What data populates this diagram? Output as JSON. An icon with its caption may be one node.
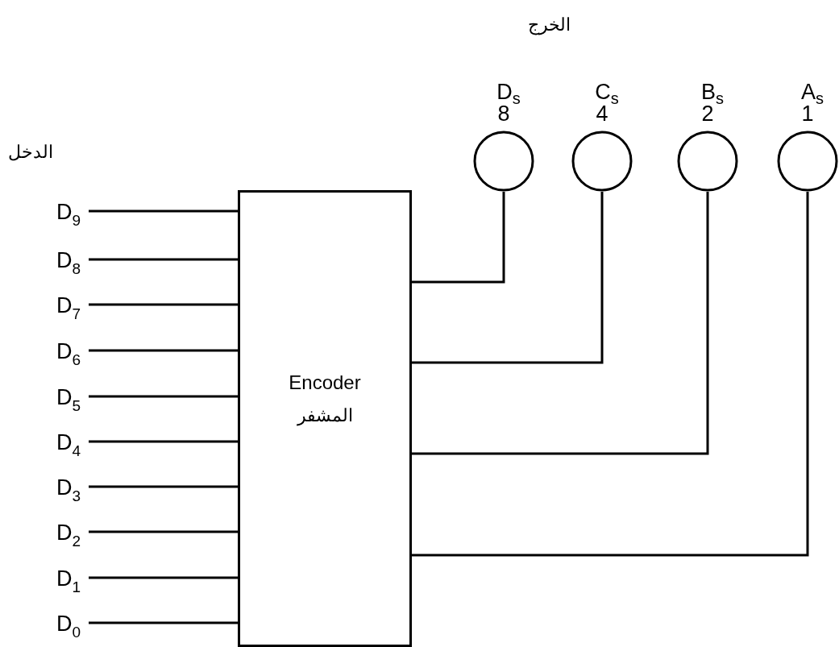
{
  "diagram": {
    "nodes": [
      {
        "text": [
          "D$_{9}$"
        ]
      },
      {
        "text": [
          "D$_{8}$"
        ]
      },
      {
        "text": [
          "D$_{7}$"
        ]
      },
      {
        "text": [
          "D$_{6}$"
        ]
      },
      {
        "text": [
          "D$_{5}$"
        ]
      },
      {
        "text": [
          "D$_{4}$"
        ]
      },
      {
        "text": [
          "D$_{3}$"
        ]
      },
      {
        "text": [
          "D$_{2}$"
        ]
      },
      {
        "text": [
          "D$_{1}$"
        ]
      },
      {
        "text": [
          "D$_{0}$"
        ]
      },
      {
        "text": [
          "Encoder",
          "المشفر"
        ]
      },
      {
        "text": [
          "D$_{s}$",
          "8"
        ]
      },
      {
        "text": [
          "C$_{s}$",
          "4"
        ]
      },
      {
        "text": [
          "B$_{s}$",
          "2"
        ]
      },
      {
        "text": [
          "A$_{s}$",
          "1"
        ]
      }
    ],
    "edges": [
      {
        "from": 0,
        "to": 10,
        "arrow": "none"
      },
      {
        "from": 1,
        "to": 10,
        "arrow": "none"
      },
      {
        "from": 2,
        "to": 10,
        "arrow": "none"
      },
      {
        "from": 3,
        "to": 10,
        "arrow": "none"
      },
      {
        "from": 4,
        "to": 10,
        "arrow": "none"
      },
      {
        "from": 5,
        "to": 10,
        "arrow": "none"
      },
      {
        "from": 6,
        "to": 10,
        "arrow": "none"
      },
      {
        "from": 7,
        "to": 10,
        "arrow": "none"
      },
      {
        "from": 8,
        "to": 10,
        "arrow": "none"
      },
      {
        "from": 9,
        "to": 10,
        "arrow": "none"
      },
      {
        "from": 10,
        "to": 11,
        "arrow": "none"
      },
      {
        "from": 10,
        "to": 12,
        "arrow": "none"
      },
      {
        "from": 10,
        "to": 13,
        "arrow": "none"
      },
      {
        "from": 10,
        "to": 14,
        "arrow": "none"
      }
    ],
    "labels": [
      "الخرج",
      "الدخل"
    ]
  }
}
